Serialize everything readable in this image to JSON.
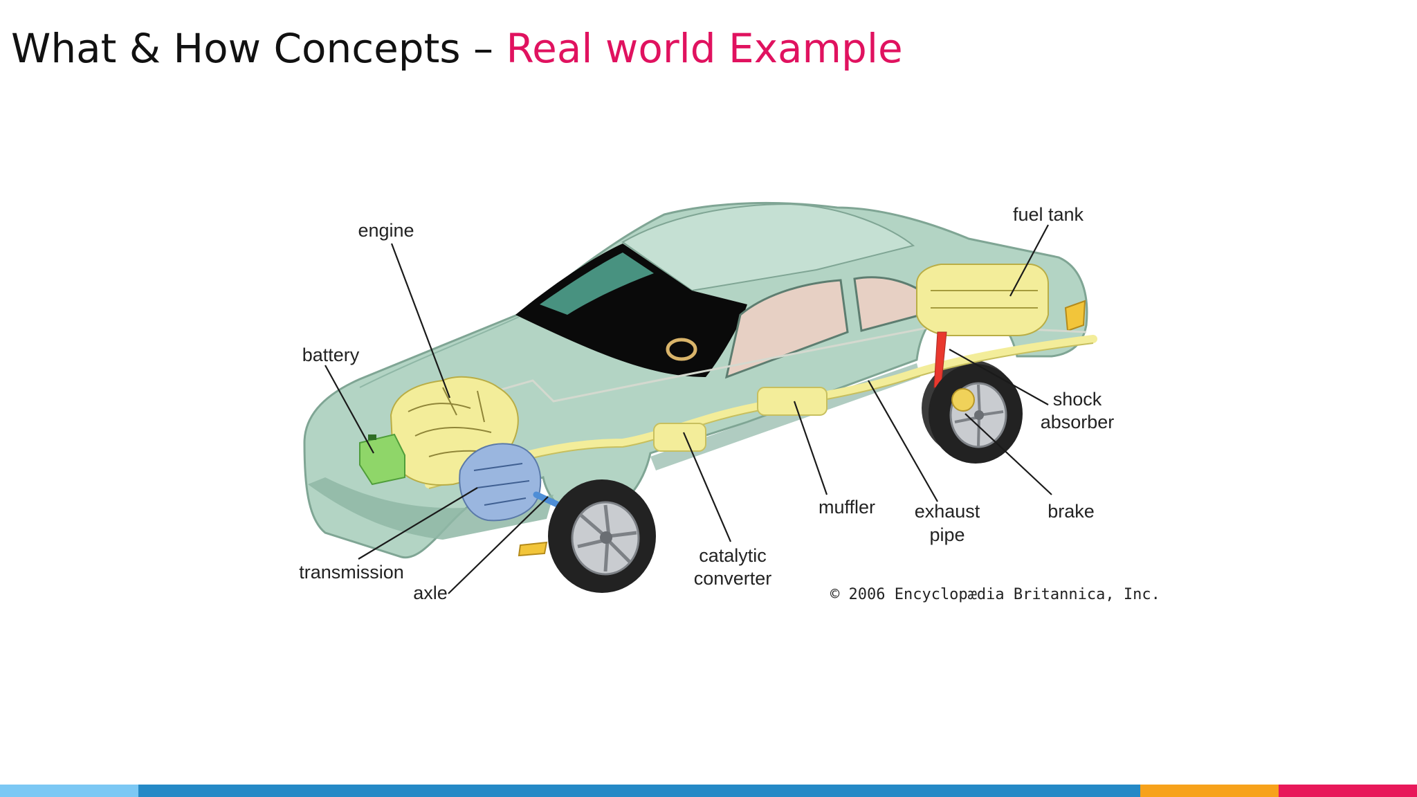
{
  "slide": {
    "title_main": "What & How Concepts – ",
    "title_accent": "Real world Example"
  },
  "diagram": {
    "labels": {
      "engine": "engine",
      "battery": "battery",
      "transmission": "transmission",
      "axle": "axle",
      "catalytic_1": "catalytic",
      "catalytic_2": "converter",
      "muffler": "muffler",
      "exhaust_1": "exhaust",
      "exhaust_2": "pipe",
      "brake": "brake",
      "shock_1": "shock",
      "shock_2": "absorber",
      "fuel_tank": "fuel tank"
    },
    "credit": "© 2006 Encyclopædia Britannica, Inc.",
    "colors": {
      "body": "#b3d4c4",
      "body_dark": "#8fb7a6",
      "component_yellow": "#f3ed9a",
      "battery_green": "#8fd669",
      "transmission_blue": "#9ab6df",
      "glass": "#0a0a0a",
      "interior": "#e7d0c4"
    }
  },
  "footer": {
    "colors": [
      "#7cc8f4",
      "#2589c6",
      "#f7a21b",
      "#e8185a"
    ]
  }
}
